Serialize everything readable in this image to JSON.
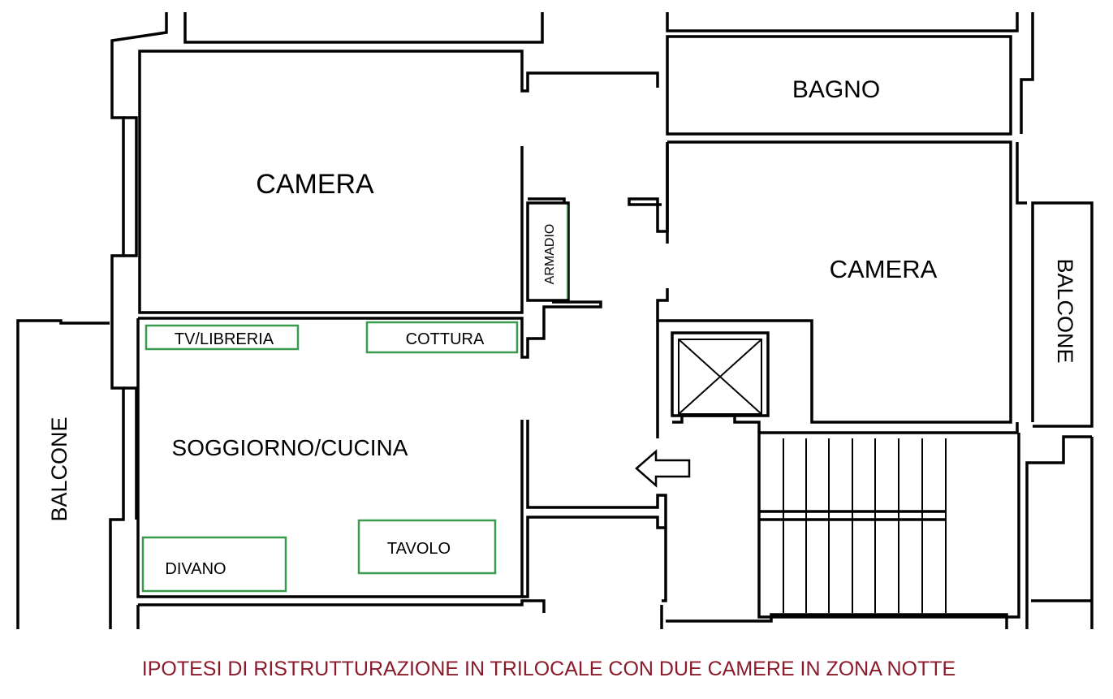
{
  "rooms": {
    "camera_left": "CAMERA",
    "bagno": "BAGNO",
    "camera_right": "CAMERA",
    "soggiorno": "SOGGIORNO/CUCINA",
    "balcone_left": "BALCONE",
    "balcone_right": "BALCONE",
    "armadio": "ARMADIO"
  },
  "furniture": {
    "tv": "TV/LIBRERIA",
    "cottura": "COTTURA",
    "divano": "DIVANO",
    "tavolo": "TAVOLO"
  },
  "caption": "IPOTESI DI RISTRUTTURAZIONE IN TRILOCALE CON DUE CAMERE IN ZONA NOTTE",
  "colors": {
    "furniture": "#3a9a4e",
    "caption": "#8b1a2a",
    "walls": "#000000"
  }
}
